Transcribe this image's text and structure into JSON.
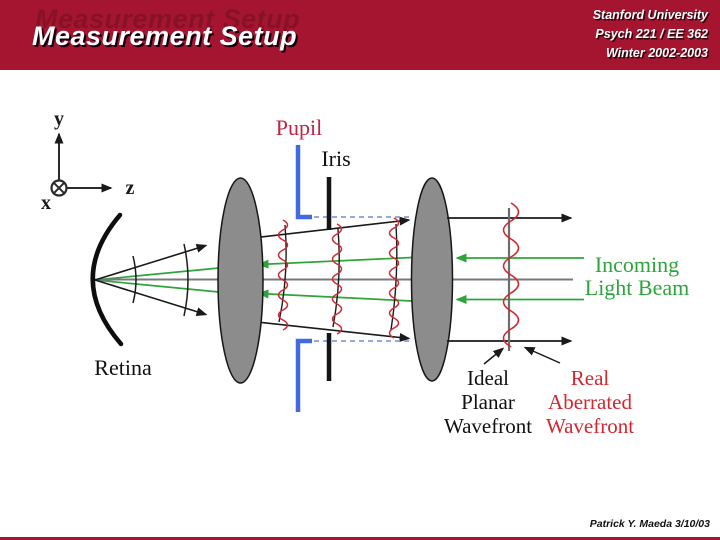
{
  "header": {
    "title": "Measurement Setup",
    "course_lines": [
      "Stanford University",
      "Psych 221 / EE 362",
      "Winter 2002-2003"
    ]
  },
  "footer": {
    "credit": "Patrick Y. Maeda  3/10/03"
  },
  "diagram": {
    "axis_labels": {
      "y": "y",
      "z": "z",
      "x": "x"
    },
    "labels": {
      "pupil": "Pupil",
      "iris": "Iris",
      "retina": "Retina",
      "incoming": [
        "Incoming",
        "Light Beam"
      ],
      "ideal": [
        "Ideal",
        "Planar",
        "Wavefront"
      ],
      "real": [
        "Real",
        "Aberrated",
        "Wavefront"
      ]
    },
    "colors": {
      "header_red": "#A51530",
      "beam_green": "#2EA43C",
      "wave_red": "#D32730",
      "pupil_label_red": "#C22443",
      "pupil_blue": "#4169E1",
      "dash_blue": "#8C9BD8",
      "lens_gray": "#8C8C8C",
      "axis_gray": "#787878"
    }
  }
}
